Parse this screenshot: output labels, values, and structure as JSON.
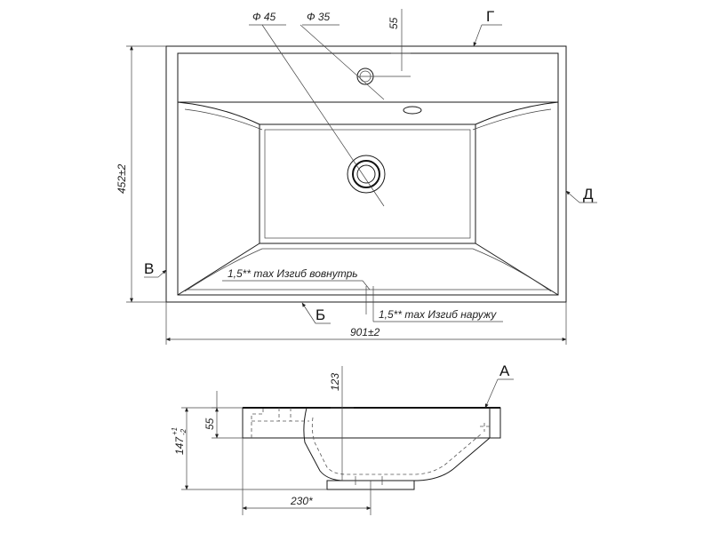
{
  "top_view": {
    "dim_hole_large": "Ф 45",
    "dim_hole_small": "Ф 35",
    "dim_rim_depth": "55",
    "dim_height": "452±2",
    "dim_width": "901±2",
    "note_inward": "1,5** max Изгиб вовнутрь",
    "note_outward": "1,5** max Изгиб наружу",
    "view_labels": {
      "g": "Г",
      "d": "Д",
      "v": "В",
      "b": "Б"
    }
  },
  "side_view": {
    "dim_depth": "123",
    "dim_rim": "55",
    "dim_total": "147",
    "dim_total_tol_upper": "+1",
    "dim_total_tol_lower": "-2",
    "dim_bottom": "230*",
    "view_label_a": "А"
  }
}
